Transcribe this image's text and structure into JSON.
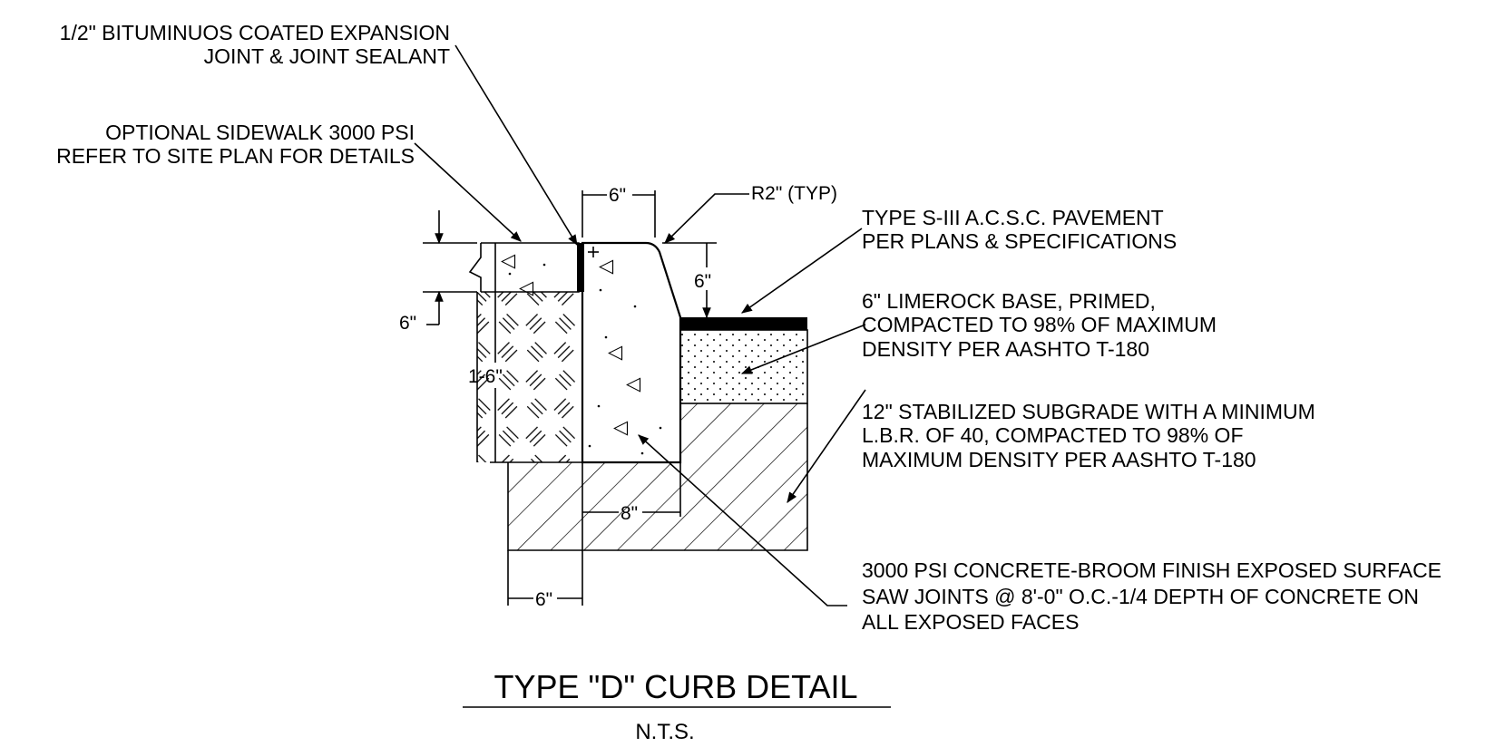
{
  "notes": {
    "joint_line1": "1/2\" BITUMINUOS COATED EXPANSION",
    "joint_line2": "JOINT & JOINT SEALANT",
    "sidewalk_line1": "OPTIONAL SIDEWALK 3000 PSI",
    "sidewalk_line2": "REFER TO SITE PLAN FOR DETAILS",
    "radius": "R2\" (TYP)",
    "pavement_line1": "TYPE S-III A.C.S.C. PAVEMENT",
    "pavement_line2": "PER PLANS & SPECIFICATIONS",
    "base_line1": "6\" LIMEROCK BASE, PRIMED,",
    "base_line2": "COMPACTED TO 98% OF MAXIMUM",
    "base_line3": "DENSITY PER AASHTO T-180",
    "subgrade_line1": "12\" STABILIZED SUBGRADE WITH A MINIMUM",
    "subgrade_line2": "L.B.R. OF 40, COMPACTED TO 98% OF",
    "subgrade_line3": "MAXIMUM DENSITY PER AASHTO T-180",
    "concrete_line1": "3000 PSI CONCRETE-BROOM FINISH EXPOSED SURFACE",
    "concrete_line2": "SAW JOINTS @ 8'-0\" O.C.-1/4 DEPTH OF CONCRETE ON",
    "concrete_line3": "ALL EXPOSED FACES"
  },
  "dimensions": {
    "top_width": "6\"",
    "curb_height": "6\"",
    "sidewalk_thickness": "6\"",
    "total_depth": "1-6\"",
    "bottom_width": "8\"",
    "footing_width": "6\""
  },
  "title": {
    "main": "TYPE \"D\" CURB DETAIL",
    "scale": "N.T.S."
  }
}
